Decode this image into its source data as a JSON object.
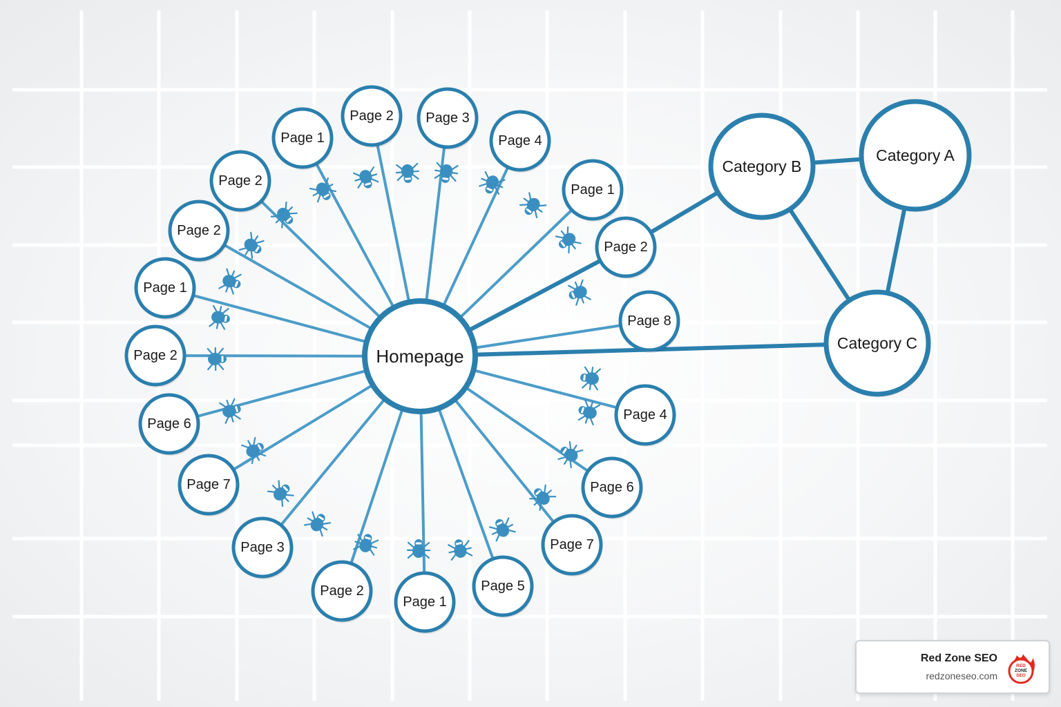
{
  "diagram": {
    "center": "Homepage",
    "categories": [
      "Category A",
      "Category B",
      "Category C"
    ],
    "pages_left_ring": [
      "Page 2",
      "Page 3",
      "Page 1",
      "Page 4",
      "Page 2",
      "Page 1",
      "Page 2",
      "Page 1",
      "Page 2",
      "Page 6",
      "Page 7",
      "Page 3",
      "Page 2",
      "Page 1"
    ],
    "pages_right_ring": [
      "Page 2",
      "Page 8",
      "Page 4",
      "Page 6",
      "Page 7",
      "Page 5"
    ],
    "connection_labels": {
      "category_a_b": "Category A – Category B",
      "category_a_c": "Category A – Category C",
      "category_b_c": "Category B – Category C"
    },
    "crawler_icon": "spider-bot-icon"
  },
  "brand": {
    "name": "Red Zone SEO",
    "url": "redzoneseo.com",
    "logo_text": "RED ZONE SEO",
    "logo_icon": "flame-badge-icon"
  },
  "colors": {
    "node_stroke": "#2b7fad",
    "spoke": "#4c9cc8",
    "crawler": "#3a8fc0",
    "brand_red": "#e0291d"
  }
}
